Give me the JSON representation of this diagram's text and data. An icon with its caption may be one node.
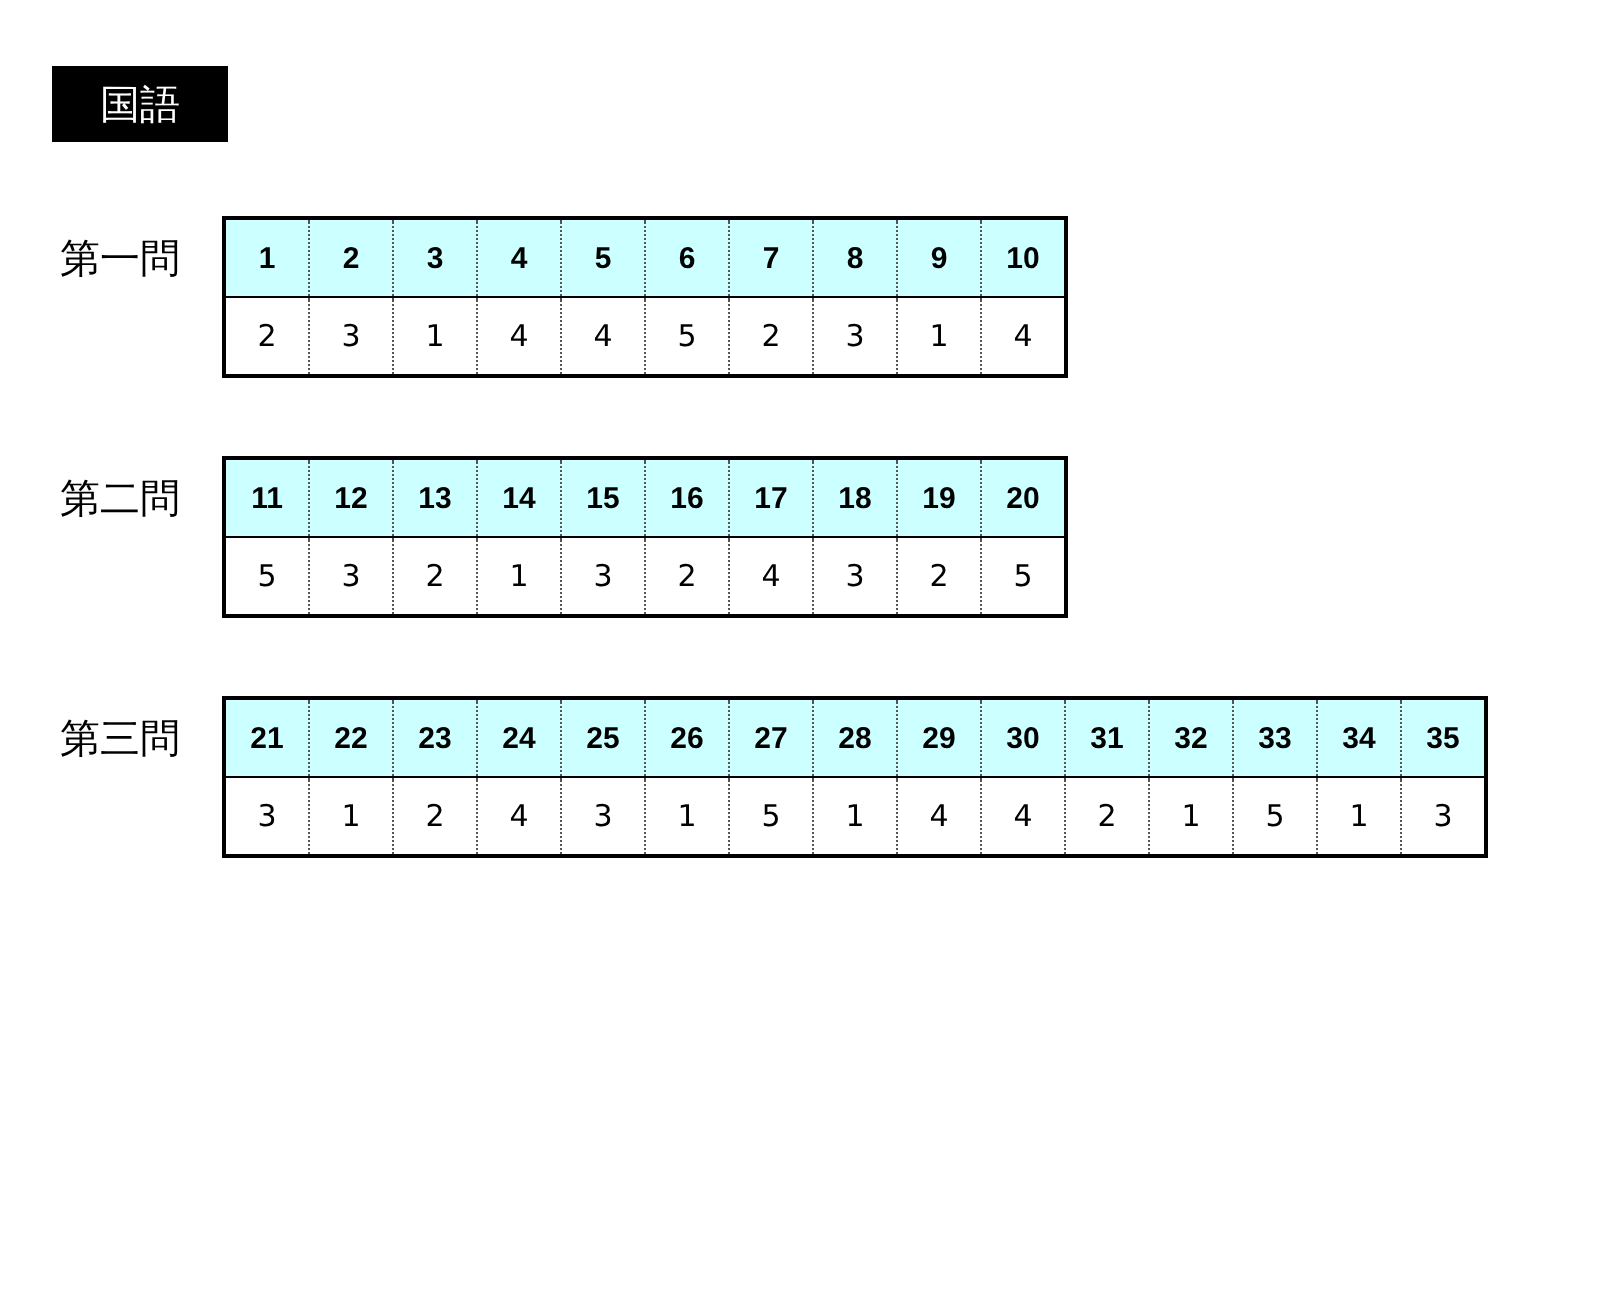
{
  "diagram": {
    "title": "国語",
    "labels": [
      "第一問",
      "1",
      "2",
      "3",
      "4",
      "5",
      "6",
      "7",
      "8",
      "9",
      "10",
      "2",
      "3",
      "1",
      "4",
      "4",
      "5",
      "2",
      "3",
      "1",
      "4",
      "第二問",
      "11",
      "12",
      "13",
      "14",
      "15",
      "16",
      "17",
      "18",
      "19",
      "20",
      "5",
      "3",
      "2",
      "1",
      "3",
      "2",
      "4",
      "3",
      "2",
      "5",
      "第三問",
      "21",
      "22",
      "23",
      "24",
      "25",
      "26",
      "27",
      "28",
      "29",
      "30",
      "31",
      "32",
      "33",
      "34",
      "35",
      "3",
      "1",
      "2",
      "4",
      "3",
      "1",
      "5",
      "1",
      "4",
      "4",
      "2",
      "1",
      "5",
      "1",
      "3"
    ]
  }
}
